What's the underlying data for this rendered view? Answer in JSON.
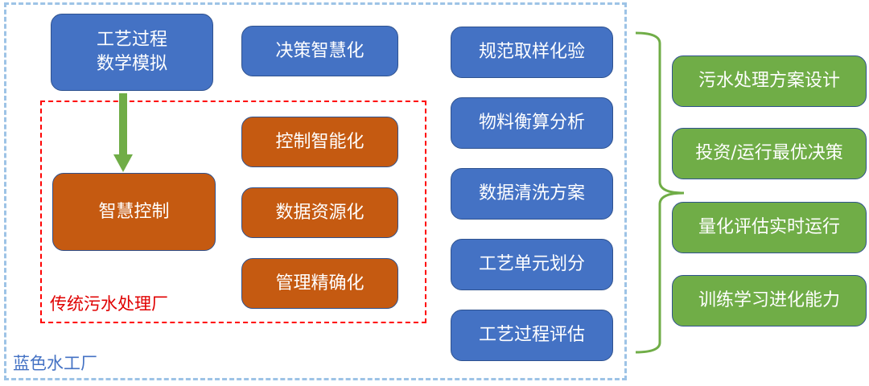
{
  "outer_label": "蓝色水工厂",
  "inner_label": "传统污水处理厂",
  "left": {
    "process_model": [
      "工艺过程",
      "数学模拟"
    ],
    "smart_control": "智慧控制"
  },
  "middle": {
    "decision": "决策智慧化",
    "items": [
      "控制智能化",
      "数据资源化",
      "管理精确化"
    ]
  },
  "steps": [
    "规范取样化验",
    "物料衡算分析",
    "数据清洗方案",
    "工艺单元划分",
    "工艺过程评估"
  ],
  "outcomes": [
    "污水处理方案设计",
    "投资/运行最优决策",
    "量化评估实时运行",
    "训练学习进化能力"
  ],
  "colors": {
    "blue": "#4472C4",
    "orange": "#C55A11",
    "green": "#70AD47",
    "red": "#FF0000",
    "light_blue": "#9DC3E6"
  }
}
